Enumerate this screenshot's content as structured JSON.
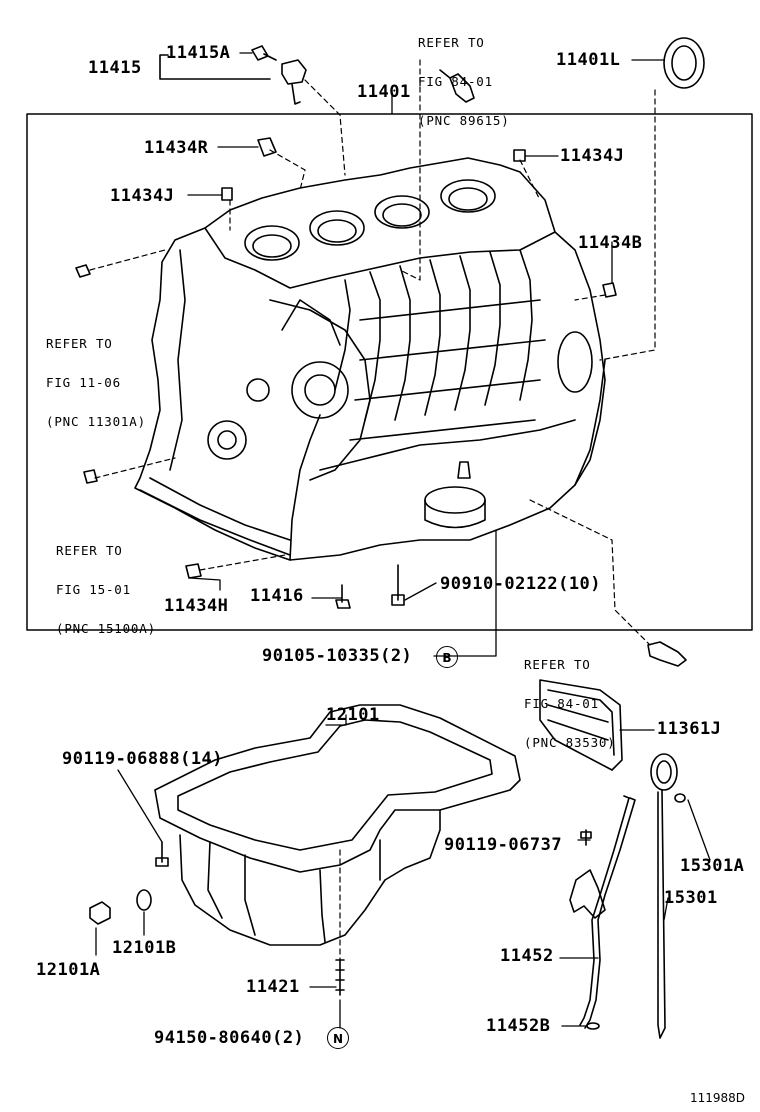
{
  "labels": {
    "p11415": "11415",
    "p11415A": "11415A",
    "p11401": "11401",
    "p11401L": "11401L",
    "p11434R": "11434R",
    "p11434J_top": "11434J",
    "p11434J_left": "11434J",
    "p11434B": "11434B",
    "p11434H": "11434H",
    "p11416": "11416",
    "p90910": "90910-02122(10)",
    "p90105": "90105-10335(2)",
    "p12101": "12101",
    "p90119_06888": "90119-06888(14)",
    "p11361J": "11361J",
    "p90119_06737": "90119-06737",
    "p15301A": "15301A",
    "p15301": "15301",
    "p12101B": "12101B",
    "p12101A": "12101A",
    "p11452": "11452",
    "p11421": "11421",
    "p94150": "94150-80640(2)",
    "p11452B": "11452B"
  },
  "refs": {
    "top_right": [
      "REFER TO",
      "FIG 84-01",
      "(PNC 89615)"
    ],
    "left_1106": [
      "REFER TO",
      "FIG 11-06",
      "(PNC 11301A)"
    ],
    "left_1501": [
      "REFER TO",
      "FIG 15-01",
      "(PNC 15100A)"
    ],
    "right_8401": [
      "REFER TO",
      "FIG 84-01",
      "(PNC 83530)"
    ]
  },
  "markers": {
    "b": "B",
    "n": "N"
  },
  "diagram_id": "111988D"
}
